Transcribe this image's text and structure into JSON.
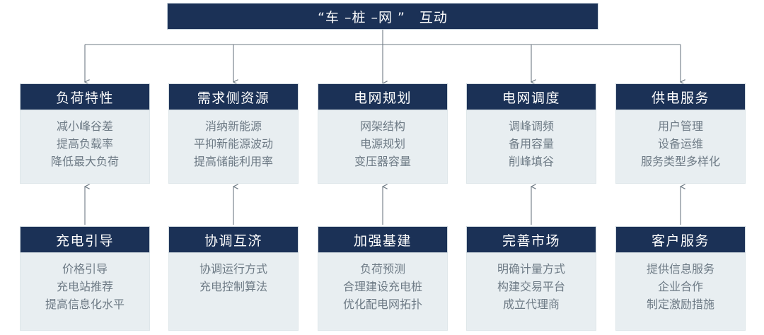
{
  "diagram": {
    "type": "hierarchy",
    "root": {
      "label": "“车 –桩 –网 ”　互动"
    },
    "top_row": [
      {
        "title": "负荷特性",
        "items": [
          "减小峰谷差",
          "提高负载率",
          "降低最大负荷"
        ]
      },
      {
        "title": "需求侧资源",
        "items": [
          "消纳新能源",
          "平抑新能源波动",
          "提高储能利用率"
        ]
      },
      {
        "title": "电网规划",
        "items": [
          "网架结构",
          "电源规划",
          "变压器容量"
        ]
      },
      {
        "title": "电网调度",
        "items": [
          "调峰调频",
          "备用容量",
          "削峰填谷"
        ]
      },
      {
        "title": "供电服务",
        "items": [
          "用户管理",
          "设备运维",
          "服务类型多样化"
        ]
      }
    ],
    "bottom_row": [
      {
        "title": "充电引导",
        "items": [
          "价格引导",
          "充电站推荐",
          "提高信息化水平"
        ]
      },
      {
        "title": "协调互济",
        "items": [
          "协调运行方式",
          "充电控制算法"
        ]
      },
      {
        "title": "加强基建",
        "items": [
          "负荷预测",
          "合理建设充电桩",
          "优化配电网拓扑"
        ]
      },
      {
        "title": "完善市场",
        "items": [
          "明确计量方式",
          "构建交易平台",
          "成立代理商"
        ]
      },
      {
        "title": "客户服务",
        "items": [
          "提供信息服务",
          "企业合作",
          "制定激励措施"
        ]
      }
    ],
    "colors": {
      "header_fill": "#1b3156",
      "body_fill": "#e8eef1",
      "header_text": "#ffffff",
      "body_text": "#6d7a85",
      "connector": "#6f7b85",
      "background": "#ffffff"
    }
  }
}
